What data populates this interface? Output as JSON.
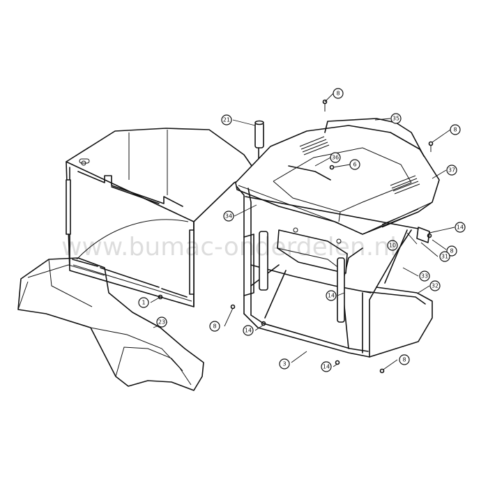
{
  "watermark": "www.bumac-onderdelen.nl",
  "callouts": [
    {
      "id": "c8a",
      "label": "8"
    },
    {
      "id": "c35",
      "label": "35"
    },
    {
      "id": "c8b",
      "label": "8"
    },
    {
      "id": "c21",
      "label": "21"
    },
    {
      "id": "c36",
      "label": "36"
    },
    {
      "id": "c6",
      "label": "6"
    },
    {
      "id": "c37",
      "label": "37"
    },
    {
      "id": "c34",
      "label": "34"
    },
    {
      "id": "c14a",
      "label": "14"
    },
    {
      "id": "c10",
      "label": "10"
    },
    {
      "id": "c8c",
      "label": "8"
    },
    {
      "id": "c31",
      "label": "31"
    },
    {
      "id": "c33",
      "label": "33"
    },
    {
      "id": "c32",
      "label": "32"
    },
    {
      "id": "c14b",
      "label": "14"
    },
    {
      "id": "c1",
      "label": "1"
    },
    {
      "id": "c23",
      "label": "23"
    },
    {
      "id": "c8d",
      "label": "8"
    },
    {
      "id": "c14c",
      "label": "14"
    },
    {
      "id": "c3",
      "label": "3"
    },
    {
      "id": "c14d",
      "label": "14"
    },
    {
      "id": "c8e",
      "label": "8"
    }
  ]
}
